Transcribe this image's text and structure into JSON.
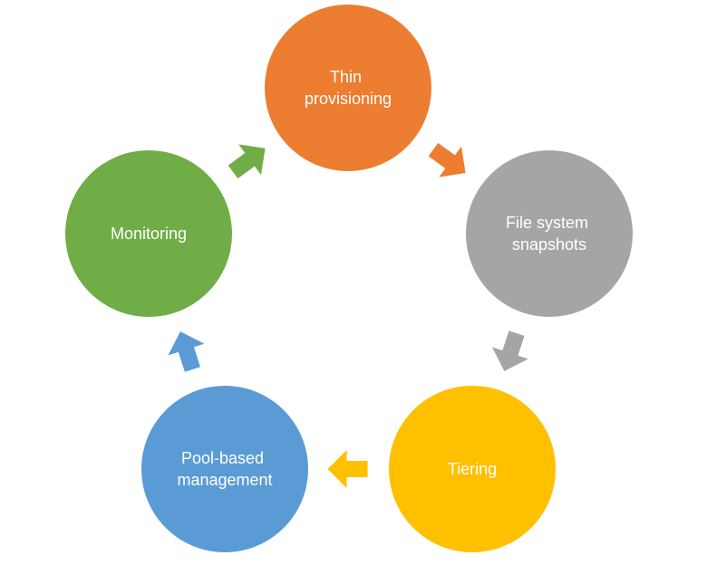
{
  "diagram": {
    "type": "cycle",
    "nodes": [
      {
        "id": "thin-provisioning",
        "lines": [
          "Thin",
          "provisioning"
        ],
        "color": "#ED7D31"
      },
      {
        "id": "file-system-snapshots",
        "lines": [
          "File system",
          "snapshots"
        ],
        "color": "#A5A5A5"
      },
      {
        "id": "tiering",
        "lines": [
          "Tiering"
        ],
        "color": "#FFC000"
      },
      {
        "id": "pool-based-management",
        "lines": [
          "Pool-based",
          "management"
        ],
        "color": "#5B9BD5"
      },
      {
        "id": "monitoring",
        "lines": [
          "Monitoring"
        ],
        "color": "#70AD47"
      }
    ],
    "edges": [
      {
        "from": "thin-provisioning",
        "to": "file-system-snapshots",
        "color": "#ED7D31"
      },
      {
        "from": "file-system-snapshots",
        "to": "tiering",
        "color": "#A5A5A5"
      },
      {
        "from": "tiering",
        "to": "pool-based-management",
        "color": "#FFC000"
      },
      {
        "from": "pool-based-management",
        "to": "monitoring",
        "color": "#5B9BD5"
      },
      {
        "from": "monitoring",
        "to": "thin-provisioning",
        "color": "#70AD47"
      }
    ]
  }
}
